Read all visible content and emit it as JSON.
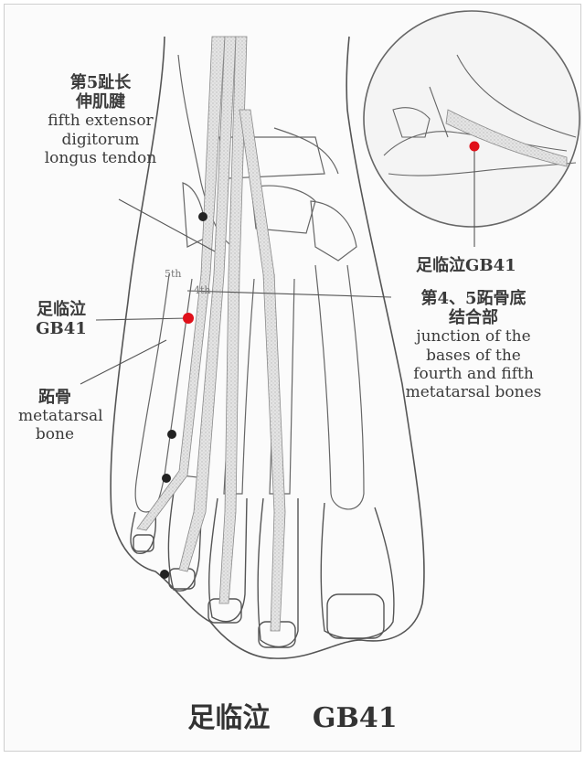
{
  "labels": {
    "tendon": {
      "cn_line1": "第5趾长",
      "cn_line2": "伸肌腱",
      "en_line1": "fifth extensor",
      "en_line2": "digitorum",
      "en_line3": "longus tendon"
    },
    "point_left": {
      "cn": "足临泣",
      "code": "GB41"
    },
    "metatarsal": {
      "cn": "跖骨",
      "en_line1": "metatarsal",
      "en_line2": "bone"
    },
    "inset_point": "足临泣GB41",
    "junction": {
      "cn_line1": "第4、5跖骨底",
      "cn_line2": "结合部",
      "en_line1": "junction of the",
      "en_line2": "bases of the",
      "en_line3": "fourth and fifth",
      "en_line4": "metatarsal bones"
    },
    "bone_5th": "5th",
    "bone_4th": "4th"
  },
  "caption": {
    "name": "足临泣",
    "code": "GB41"
  },
  "colors": {
    "acupoint": "#e0101a",
    "line_art": "#555555",
    "marker": "#222222"
  }
}
